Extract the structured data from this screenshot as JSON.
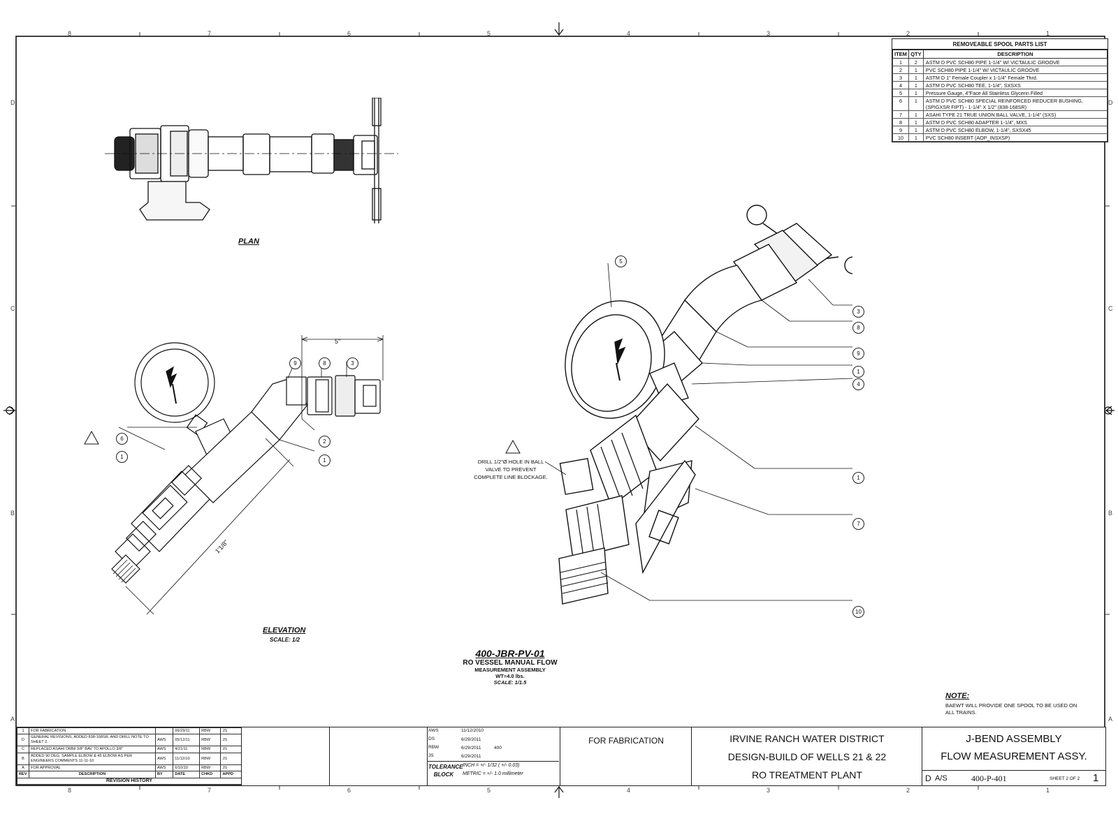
{
  "zone_columns": [
    "8",
    "7",
    "6",
    "5",
    "4",
    "3",
    "2",
    "1"
  ],
  "zone_rows": [
    "D",
    "C",
    "B",
    "A"
  ],
  "parts_list": {
    "title": "REMOVEABLE SPOOL PARTS LIST",
    "headers": [
      "ITEM",
      "QTY",
      "DESCRIPTION"
    ],
    "rows": [
      {
        "item": "1",
        "qty": "2",
        "desc": "ASTM D PVC SCH80 PIPE 1-1/4\" W/ VICTAULIC GROOVE"
      },
      {
        "item": "2",
        "qty": "1",
        "desc": "PVC SCH80 PIPE 1-1/4\" W/ VICTAULIC GROOVE"
      },
      {
        "item": "3",
        "qty": "1",
        "desc": "ASTM D 1\" Female Coupler x 1-1/4\" Female Thrd."
      },
      {
        "item": "4",
        "qty": "1",
        "desc": "ASTM D PVC SCH80 TEE, 1-1/4\", SXSXS"
      },
      {
        "item": "5",
        "qty": "1",
        "desc": "Pressure Gauge, 4\"Face All Stainless Glycerin Filled"
      },
      {
        "item": "6",
        "qty": "1",
        "desc": "ASTM D PVC SCH80 SPECIAL REINFORCED REDUCER BUSHING, (SPIGXSR FIPT) - 1-1/4\" X 1/2\" (838-168SR)"
      },
      {
        "item": "7",
        "qty": "1",
        "desc": "ASAHI TYPE 21 TRUE UNION BALL VALVE, 1-1/4\" (SXS)"
      },
      {
        "item": "8",
        "qty": "1",
        "desc": "ASTM D PVC SCH80 ADAPTER 1-1/4\", MXS"
      },
      {
        "item": "9",
        "qty": "1",
        "desc": "ASTM D PVC SCH80 ELBOW, 1-1/4\", SXSX45"
      },
      {
        "item": "10",
        "qty": "1",
        "desc": "PVC SCH80 INSERT (AOP_INSXSP)"
      }
    ]
  },
  "views": {
    "plan_label": "PLAN",
    "elevation_label": "ELEVATION",
    "elevation_scale": "SCALE: 1/2",
    "dim_top": "5\"",
    "dim_long": "1'1/8\""
  },
  "assembly": {
    "id": "400-JBR-PV-01",
    "line1": "RO VESSEL MANUAL FLOW",
    "line2": "MEASUREMENT ASSEMBLY",
    "weight": "WT=4.0 lbs.",
    "scale": "SCALE: 1/1.5"
  },
  "drill_note": "DRILL 1/2\"Ø HOLE IN BALL VALVE TO PREVENT COMPLETE LINE BLOCKAGE.",
  "note": {
    "title": "NOTE:",
    "text": "BAEWT WILL PROVIDE ONE SPOOL TO BE USED ON ALL TRAINS."
  },
  "balloons": {
    "elev": [
      "9",
      "8",
      "3",
      "6",
      "1",
      "2",
      "1"
    ],
    "iso": [
      "5",
      "3",
      "8",
      "9",
      "1",
      "4",
      "1",
      "7",
      "10"
    ]
  },
  "revisions": {
    "rows": [
      {
        "rev": "1",
        "desc": "FOR FABRICATION",
        "by": "",
        "date": "06/29/11",
        "chkd": "RBW",
        "appd": "JS"
      },
      {
        "rev": "D",
        "desc": "GENERAL REVISIONS, ADDED 838-168SR, AND DRILL NOTE TO SHEET 2.",
        "by": "AWS",
        "date": "05/12/11",
        "chkd": "RBW",
        "appd": "JS"
      },
      {
        "rev": "C",
        "desc": "REPLACED ASAHI OMNI 3/8\" BAV TO APOLLO 3/8\"",
        "by": "AWS",
        "date": "4/21/11",
        "chkd": "RBW",
        "appd": "JS"
      },
      {
        "rev": "B",
        "desc": "ADDED 90 DEG. SAMPLE ELBOW & 45 ELBOW AS PER ENGINEERS COMMENTS 11-11-10",
        "by": "AWS",
        "date": "11/12/10",
        "chkd": "RBW",
        "appd": "JS"
      },
      {
        "rev": "A",
        "desc": "FOR APPROVAL",
        "by": "AWS",
        "date": "6/10/10",
        "chkd": "RBW",
        "appd": "JS"
      }
    ],
    "headers": [
      "REV",
      "DESCRIPTION",
      "BY",
      "DATE",
      "CHKD",
      "APPD"
    ],
    "title": "REVISION HISTORY"
  },
  "title_block": {
    "dates": [
      "11/12/2010",
      "6/29/2011",
      "6/29/2011",
      "6/29/2011"
    ],
    "initials": [
      "AWS",
      "DS",
      "RBW",
      "JS"
    ],
    "status": "FOR FABRICATION",
    "tolerance_label": "TOLERANCE BLOCK",
    "inch_tol": "INCH = +/- 1/32 ( +/- 0.03)",
    "metric_tol": "METRIC = +/- 1.0 millimeter",
    "dwg_no_small": "400",
    "client": [
      "IRVINE RANCH WATER DISTRICT",
      "DESIGN-BUILD OF WELLS 21 & 22",
      "RO TREATMENT PLANT"
    ],
    "title": [
      "J-BEND ASSEMBLY",
      "FLOW MEASUREMENT ASSY."
    ],
    "size": "D",
    "fscm": "A/S",
    "dwg_no": "400-P-401",
    "sheet": "SHEET 2 OF 2",
    "rev": "1"
  }
}
